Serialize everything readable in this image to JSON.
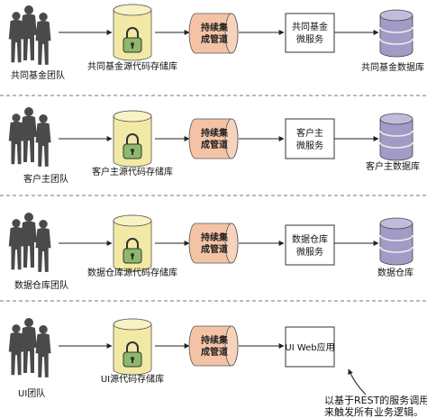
{
  "rows": [
    {
      "team": "共同基金团队",
      "repo": "共同基金源代码存储库",
      "pipeline": [
        "持续集",
        "成管道"
      ],
      "service": [
        "共同基金",
        "微服务"
      ],
      "db": "共同基金数据库",
      "people_count": 3
    },
    {
      "team": "客户主团队",
      "repo": "客户主源代码存储库",
      "pipeline": [
        "持续集",
        "成管道"
      ],
      "service": [
        "客户主",
        "微服务"
      ],
      "db": "客户主数据库",
      "people_count": 3
    },
    {
      "team": "数据仓库团队",
      "repo": "数据仓库源代码存储库",
      "pipeline": [
        "持续集",
        "成管道"
      ],
      "service": [
        "数据仓库",
        "微服务"
      ],
      "db": "数据仓库",
      "people_count": 3
    },
    {
      "team": "UI团队",
      "repo": "UI源代码存储库",
      "pipeline": [
        "持续集",
        "成管道"
      ],
      "service": [
        "UI Web应用"
      ],
      "db": "",
      "people_count": 3
    }
  ],
  "note": [
    "以基于REST的服务调用",
    "来触发所有业务逻辑。"
  ],
  "colors": {
    "repo_fill": "#f2e9a6",
    "lock_fill": "#8db86a",
    "pipeline_fill": "#f4c3a5",
    "db_fill": "#a29bc6",
    "people_fill": "#4a4a4a"
  }
}
